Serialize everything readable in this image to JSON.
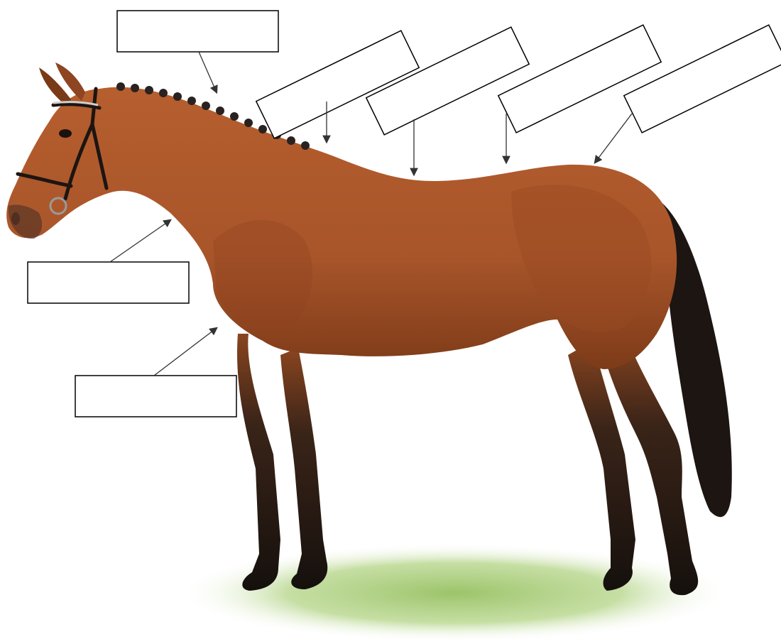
{
  "diagram": {
    "subject": "horse",
    "label_boxes": [
      {
        "id": "label-box-1",
        "text": ""
      },
      {
        "id": "label-box-2",
        "text": ""
      },
      {
        "id": "label-box-3",
        "text": ""
      },
      {
        "id": "label-box-4",
        "text": ""
      },
      {
        "id": "label-box-5",
        "text": ""
      },
      {
        "id": "label-box-6",
        "text": ""
      },
      {
        "id": "label-box-7",
        "text": ""
      }
    ]
  },
  "colors": {
    "coat": "#a8552a",
    "coat_shadow": "#7a3a18",
    "legs_tail": "#1c1512",
    "grass": "#9cc46a",
    "box_stroke": "#000000",
    "arrow": "#333333"
  }
}
